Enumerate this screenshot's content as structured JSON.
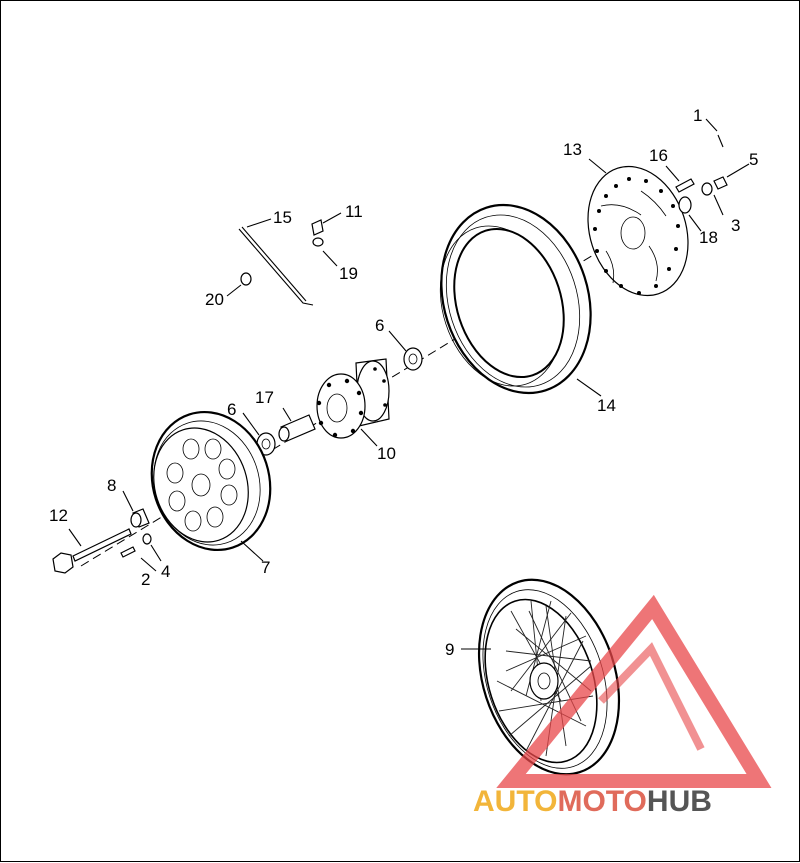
{
  "callouts": [
    "1",
    "2",
    "3",
    "4",
    "5",
    "6",
    "6",
    "7",
    "8",
    "9",
    "10",
    "11",
    "12",
    "13",
    "14",
    "15",
    "16",
    "17",
    "18",
    "19",
    "20"
  ],
  "watermark": {
    "part1": "AUTO",
    "part2": "MOTO",
    "part3": "HUB"
  },
  "colors": {
    "triangle": "#e8474a",
    "wm_auto": "#f2b53a",
    "wm_moto": "#e06b5b",
    "wm_hub": "#555555"
  }
}
